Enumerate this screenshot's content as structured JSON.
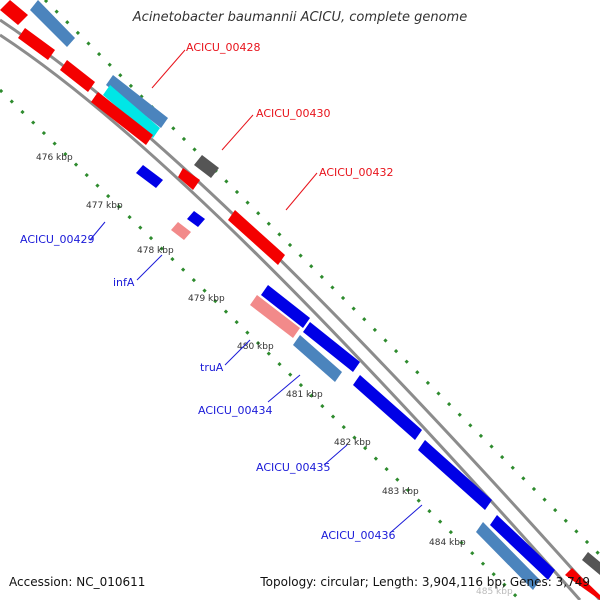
{
  "title": "Acinetobacter baumannii ACICU, complete genome",
  "footer": {
    "accession": "Accession: NC_010611",
    "summary": "Topology: circular; Length: 3,904,116 bp; Genes: 3,749"
  },
  "colors": {
    "backbone": "#8c8c8c",
    "ruler_dot": "#2e8b2e",
    "forward_label": "#e8141c",
    "reverse_label": "#1a1ad8",
    "red": "#f40000",
    "blue": "#0000e6",
    "steel": "#4b84bd",
    "cyan": "#00e6e6",
    "pink": "#f28a8a",
    "gray": "#555555"
  },
  "ticks": [
    "476 kbp",
    "477 kbp",
    "478 kbp",
    "479 kbp",
    "480 kbp",
    "481 kbp",
    "482 kbp",
    "483 kbp",
    "484 kbp",
    "485 kbp"
  ],
  "forward_labels": [
    "ACICU_00428",
    "ACICU_00430",
    "ACICU_00432"
  ],
  "reverse_labels": [
    "ACICU_00429",
    "infA",
    "truA",
    "ACICU_00434",
    "ACICU_00435",
    "ACICU_00436"
  ]
}
